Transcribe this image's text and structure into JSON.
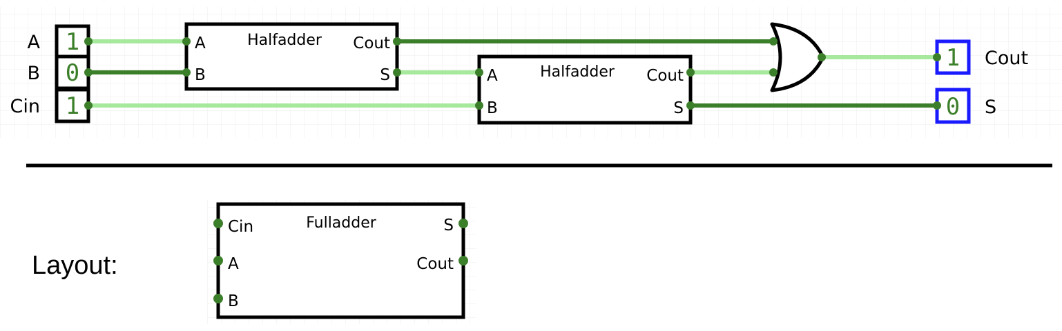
{
  "inputs": [
    {
      "label": "A",
      "value": "1"
    },
    {
      "label": "B",
      "value": "0"
    },
    {
      "label": "Cin",
      "value": "1"
    }
  ],
  "halfadder1": {
    "title": "Halfadder",
    "pin_a": "A",
    "pin_b": "B",
    "pin_cout": "Cout",
    "pin_s": "S"
  },
  "halfadder2": {
    "title": "Halfadder",
    "pin_a": "A",
    "pin_b": "B",
    "pin_cout": "Cout",
    "pin_s": "S"
  },
  "outputs": [
    {
      "label": "Cout",
      "value": "1"
    },
    {
      "label": "S",
      "value": "0"
    }
  ],
  "layout": {
    "label": "Layout:",
    "block": {
      "title": "Fulladder",
      "pin_cin": "Cin",
      "pin_a": "A",
      "pin_b": "B",
      "pin_s": "S",
      "pin_cout": "Cout"
    }
  },
  "colors": {
    "wire_active": "#a6e89c",
    "wire_inactive": "#3c7f2a",
    "output_border": "#1a1aff",
    "pin": "#3c7f2a"
  }
}
